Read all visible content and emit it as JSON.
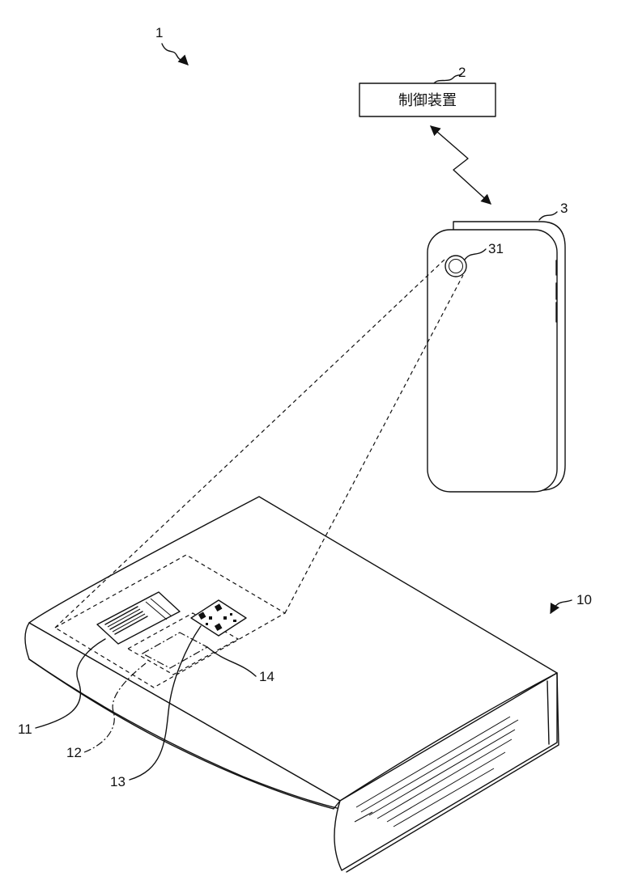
{
  "labels": {
    "system": "1",
    "controller_ref": "2",
    "controller_box": "制御装置",
    "terminal": "3",
    "camera": "31",
    "book": "10",
    "barcode_label": "11",
    "area_12": "12",
    "code_13": "13",
    "area_14": "14"
  }
}
